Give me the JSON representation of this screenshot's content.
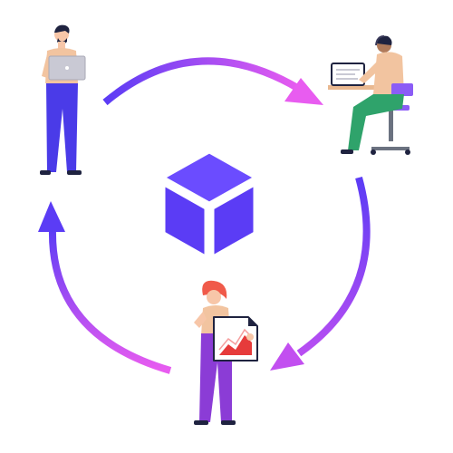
{
  "diagram": {
    "center": {
      "icon": "cube-icon"
    },
    "nodes": [
      {
        "icon": "person-with-laptop-icon"
      },
      {
        "icon": "person-at-desk-computer-icon"
      },
      {
        "icon": "person-holding-chart-document-icon"
      }
    ],
    "cycle_arrows": [
      {
        "from": 0,
        "to": 1,
        "direction": "clockwise"
      },
      {
        "from": 1,
        "to": 2,
        "direction": "clockwise"
      },
      {
        "from": 2,
        "to": 0,
        "direction": "clockwise"
      }
    ]
  },
  "colors": {
    "arrow_start": "#5b3cf5",
    "arrow_end": "#e85cf0",
    "cube": "#5b3cf5",
    "cube_light": "#6b4cff",
    "pants": "#4a3be8",
    "skin": "#f7c6a8",
    "top": "#f2c4a0",
    "laptop": "#c9c9d4",
    "desk_pants": "#2fa36b",
    "chair": "#8b5cf6",
    "hair_red": "#f05a4a",
    "dark": "#1f2340",
    "chart_red": "#e63b3b"
  }
}
